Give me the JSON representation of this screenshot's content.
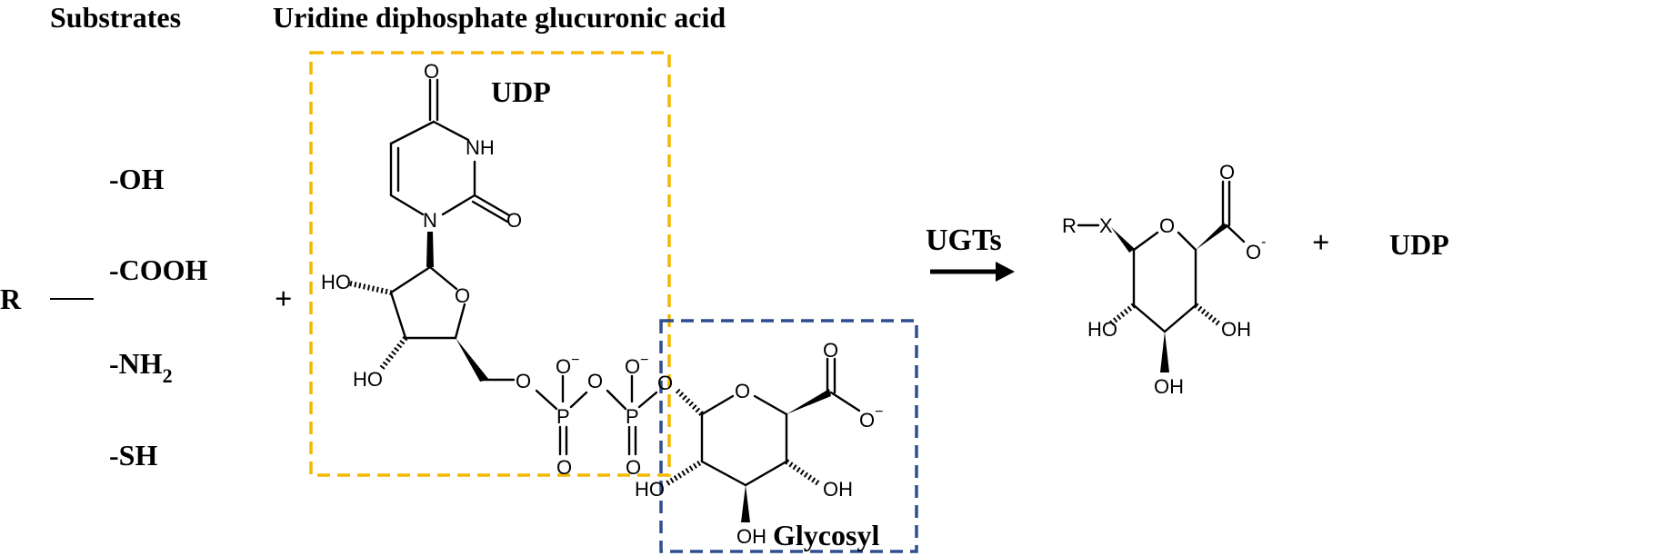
{
  "figure": {
    "titles": {
      "substrates": "Substrates",
      "cofactor": "Uridine diphosphate glucuronic acid"
    },
    "substrate": {
      "r_group": "R",
      "functional_groups": [
        "-OH",
        "-COOH",
        "-NH",
        "-SH"
      ],
      "nh2_subscript": "2"
    },
    "plus_sign": "+",
    "udp_box": {
      "label": "UDP",
      "color": "#f5b800"
    },
    "glycosyl_box": {
      "label": "Glycosyl",
      "color": "#2e4f8f"
    },
    "uracil_atoms": {
      "o_top": "O",
      "nh": "NH",
      "o_right": "O",
      "n": "N"
    },
    "ribose_atoms": {
      "ho1": "HO",
      "ho2": "HO",
      "o_ring": "O"
    },
    "phosphate_atoms": {
      "o_link1": "O",
      "o_minus1": "O",
      "p1": "P",
      "o_double1": "O",
      "o_bridge": "O",
      "o_minus2": "O",
      "p2": "P",
      "o_double2": "O",
      "o_link2": "O",
      "charge": "−"
    },
    "glucuronate_atoms": {
      "o_ring": "O",
      "o_carbonyl": "O",
      "o_minus": "O",
      "charge": "−",
      "ho_left": "HO",
      "oh_right": "OH",
      "oh_bottom": "OH"
    },
    "reaction": {
      "enzyme": "UGTs"
    },
    "product": {
      "r": "R",
      "x": "X",
      "o_ring": "O",
      "o_carbonyl": "O",
      "o_minus": "O",
      "charge": "-",
      "ho_left": "HO",
      "oh_right": "OH",
      "oh_bottom": "OH",
      "plus": "+",
      "byproduct": "UDP"
    }
  }
}
